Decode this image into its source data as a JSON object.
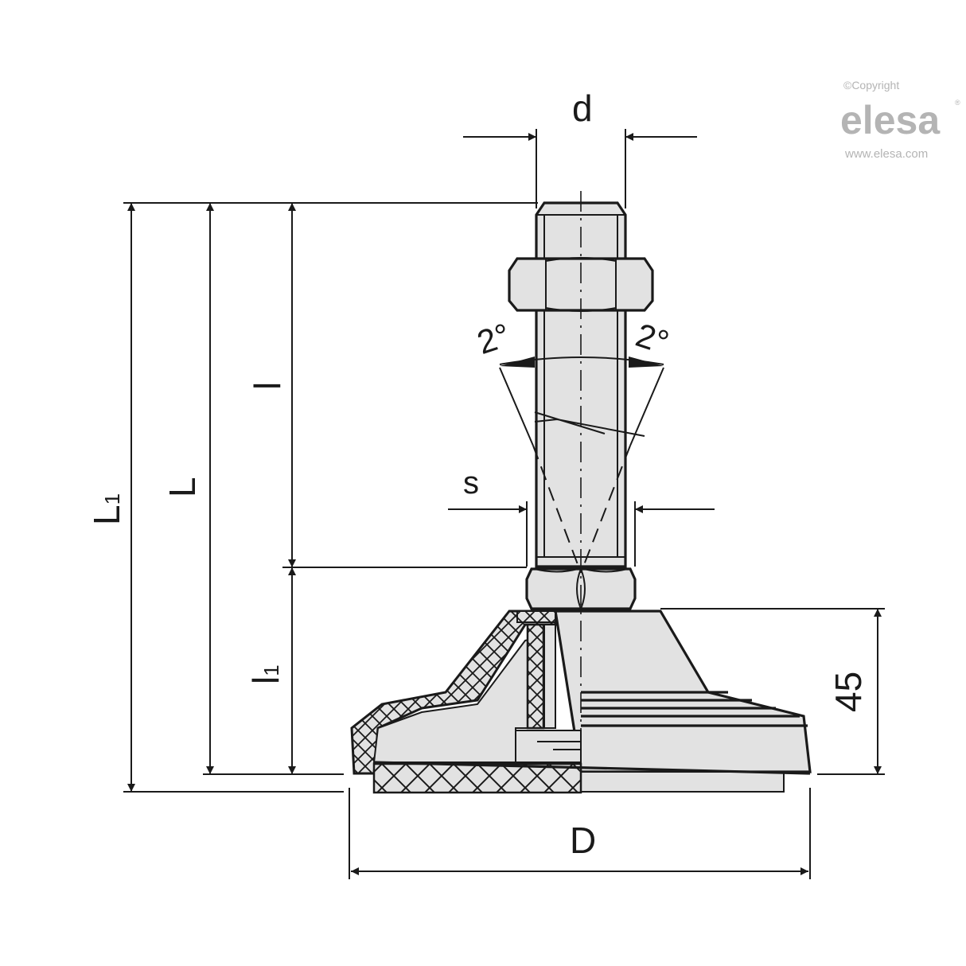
{
  "watermark": {
    "copyright": "©Copyright",
    "brand": "elesa",
    "registered": "®",
    "url": "www.elesa.com"
  },
  "dimensions": {
    "d": "d",
    "L1_main": "L",
    "L1_sub": "1",
    "L": "L",
    "l": "l",
    "l1_main": "l",
    "l1_sub": "1",
    "s": "s",
    "D": "D",
    "height_45": "45",
    "angle_left": "2°",
    "angle_right": "2°"
  },
  "colors": {
    "line": "#1a1a1a",
    "part_fill": "#e2e2e2",
    "watermark": "#b4b4b4"
  }
}
